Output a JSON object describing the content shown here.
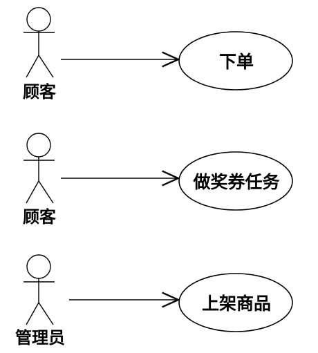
{
  "diagram": {
    "rows": [
      {
        "actor": "顾客",
        "use_case": "下单"
      },
      {
        "actor": "顾客",
        "use_case": "做奖券任务"
      },
      {
        "actor": "管理员",
        "use_case": "上架商品"
      }
    ]
  }
}
